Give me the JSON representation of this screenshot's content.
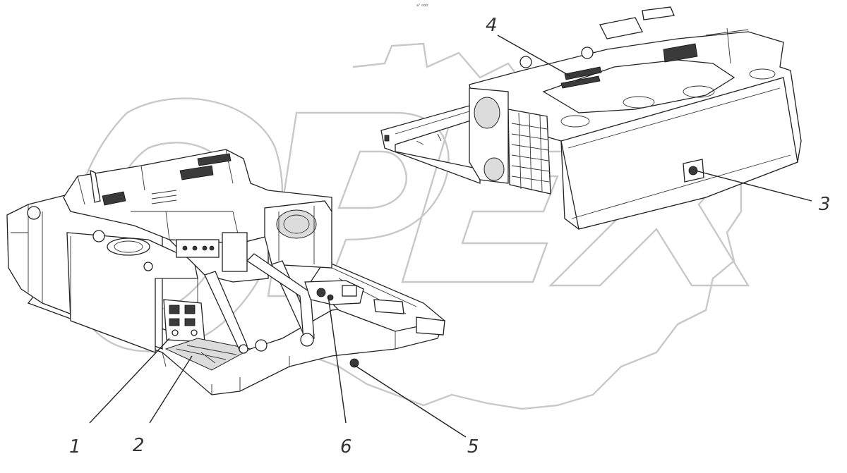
{
  "header": {
    "small_text": "a° ooo"
  },
  "watermark": {
    "text": "OPEX"
  },
  "callouts": [
    {
      "id": "1",
      "label": "1"
    },
    {
      "id": "2",
      "label": "2"
    },
    {
      "id": "3",
      "label": "3"
    },
    {
      "id": "4",
      "label": "4"
    },
    {
      "id": "5",
      "label": "5"
    },
    {
      "id": "6",
      "label": "6"
    }
  ],
  "colors": {
    "line": "#222222",
    "watermark": "#c8c8c8",
    "background": "#ffffff"
  }
}
